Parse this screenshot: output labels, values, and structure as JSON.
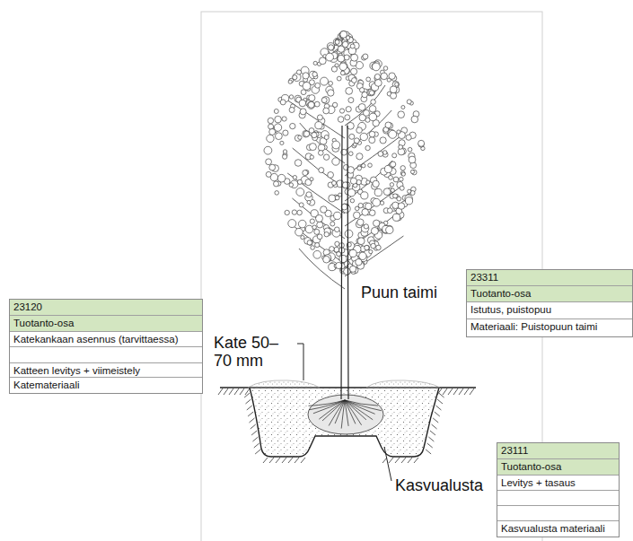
{
  "diagram": {
    "nodes": [
      {
        "text": [
          "23311",
          "Tuotanto-osa",
          "Istutus, puistopuu",
          "Materiaali: Puistopuun taimi"
        ]
      },
      {
        "text": [
          "23120",
          "Tuotanto-osa",
          "Katekankaan asennus (tarvittaessa)",
          "Katteen levitys + viimeistely",
          "Katemateriaali"
        ]
      },
      {
        "text": [
          "23111",
          "Tuotanto-osa",
          "Levitys + tasaus",
          "Kasvualusta materiaali"
        ]
      }
    ],
    "labels": [
      "Puun taimi",
      "Kate 50–70 mm",
      "Kasvualusta"
    ]
  }
}
